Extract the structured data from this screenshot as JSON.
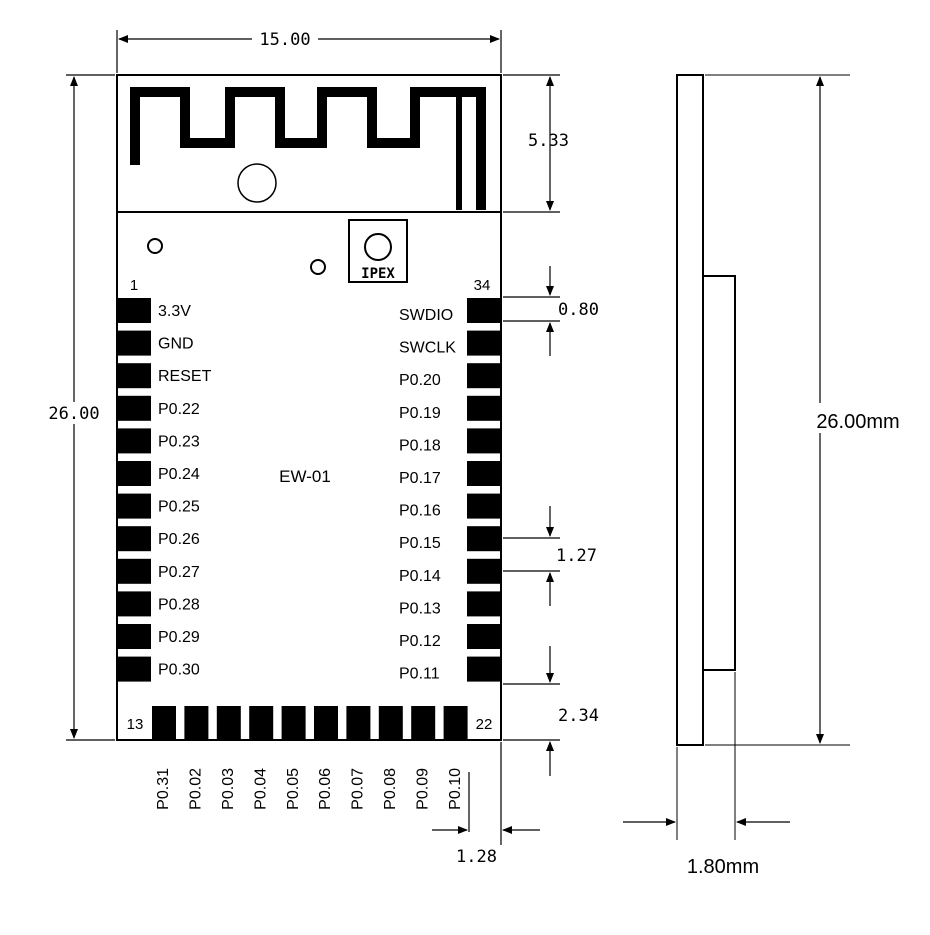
{
  "module": {
    "name": "EW-01",
    "ipex_label": "IPEX",
    "pin1_number": "1",
    "pin34_number": "34",
    "pin13_number": "13",
    "pin22_number": "22"
  },
  "left_pins": [
    "3.3V",
    "GND",
    "RESET",
    "P0.22",
    "P0.23",
    "P0.24",
    "P0.25",
    "P0.26",
    "P0.27",
    "P0.28",
    "P0.29",
    "P0.30"
  ],
  "right_pins": [
    "SWDIO",
    "SWCLK",
    "P0.20",
    "P0.19",
    "P0.18",
    "P0.17",
    "P0.16",
    "P0.15",
    "P0.14",
    "P0.13",
    "P0.12",
    "P0.11"
  ],
  "bottom_pins": [
    "P0.31",
    "P0.02",
    "P0.03",
    "P0.04",
    "P0.05",
    "P0.06",
    "P0.07",
    "P0.08",
    "P0.09",
    "P0.10"
  ],
  "dimensions": {
    "width": "15.00",
    "height": "26.00",
    "antenna_height": "5.33",
    "pin_top_offset": "0.80",
    "pin_pitch": "1.27",
    "bottom_offset": "2.34",
    "bottom_edge_offset": "1.28",
    "side_height": "26.00mm",
    "side_thickness": "1.80mm"
  }
}
